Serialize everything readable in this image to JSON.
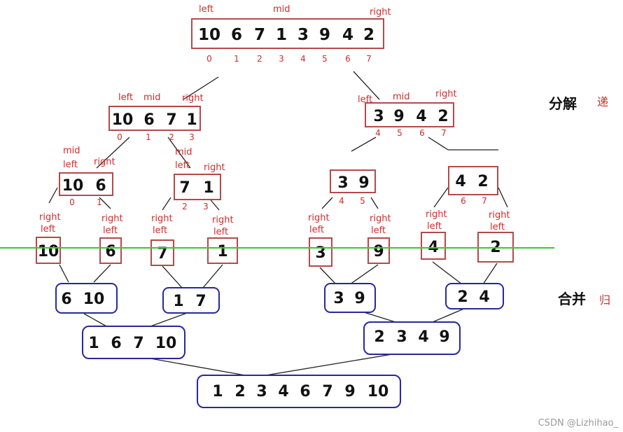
{
  "colors": {
    "split_box": "#b34a4a",
    "merge_box": "#27289e",
    "label": "#d42a2a",
    "midline": "#33cc33"
  },
  "labels": {
    "left": "left",
    "mid": "mid",
    "right": "right"
  },
  "indices": {
    "top": [
      "0",
      "1",
      "2",
      "3",
      "4",
      "5",
      "6",
      "7"
    ],
    "l1a": [
      "0",
      "1",
      "2",
      "3"
    ],
    "l1b": [
      "4",
      "5",
      "6",
      "7"
    ],
    "l2a": [
      "0",
      "1"
    ],
    "l2b": [
      "2",
      "3"
    ],
    "l2c": [
      "4",
      "5"
    ],
    "l2d": [
      "6",
      "7"
    ]
  },
  "split": {
    "root": [
      "10",
      "6",
      "7",
      "1",
      "3",
      "9",
      "4",
      "2"
    ],
    "level1": [
      [
        "10",
        "6",
        "7",
        "1"
      ],
      [
        "3",
        "9",
        "4",
        "2"
      ]
    ],
    "level2": [
      [
        "10",
        "6"
      ],
      [
        "7",
        "1"
      ],
      [
        "3",
        "9"
      ],
      [
        "4",
        "2"
      ]
    ],
    "leaves": [
      "10",
      "6",
      "7",
      "1",
      "3",
      "9",
      "4",
      "2"
    ]
  },
  "merge": {
    "pairs": [
      [
        "6",
        "10"
      ],
      [
        "1",
        "7"
      ],
      [
        "3",
        "9"
      ],
      [
        "2",
        "4"
      ]
    ],
    "halves": [
      [
        "1",
        "6",
        "7",
        "10"
      ],
      [
        "2",
        "3",
        "4",
        "9"
      ]
    ],
    "result": [
      "1",
      "2",
      "3",
      "4",
      "6",
      "7",
      "9",
      "10"
    ]
  },
  "side": {
    "split_title": "分解",
    "split_tag": "递",
    "merge_title": "合并",
    "merge_tag": "归"
  },
  "watermark": "CSDN @Lizhihao_"
}
